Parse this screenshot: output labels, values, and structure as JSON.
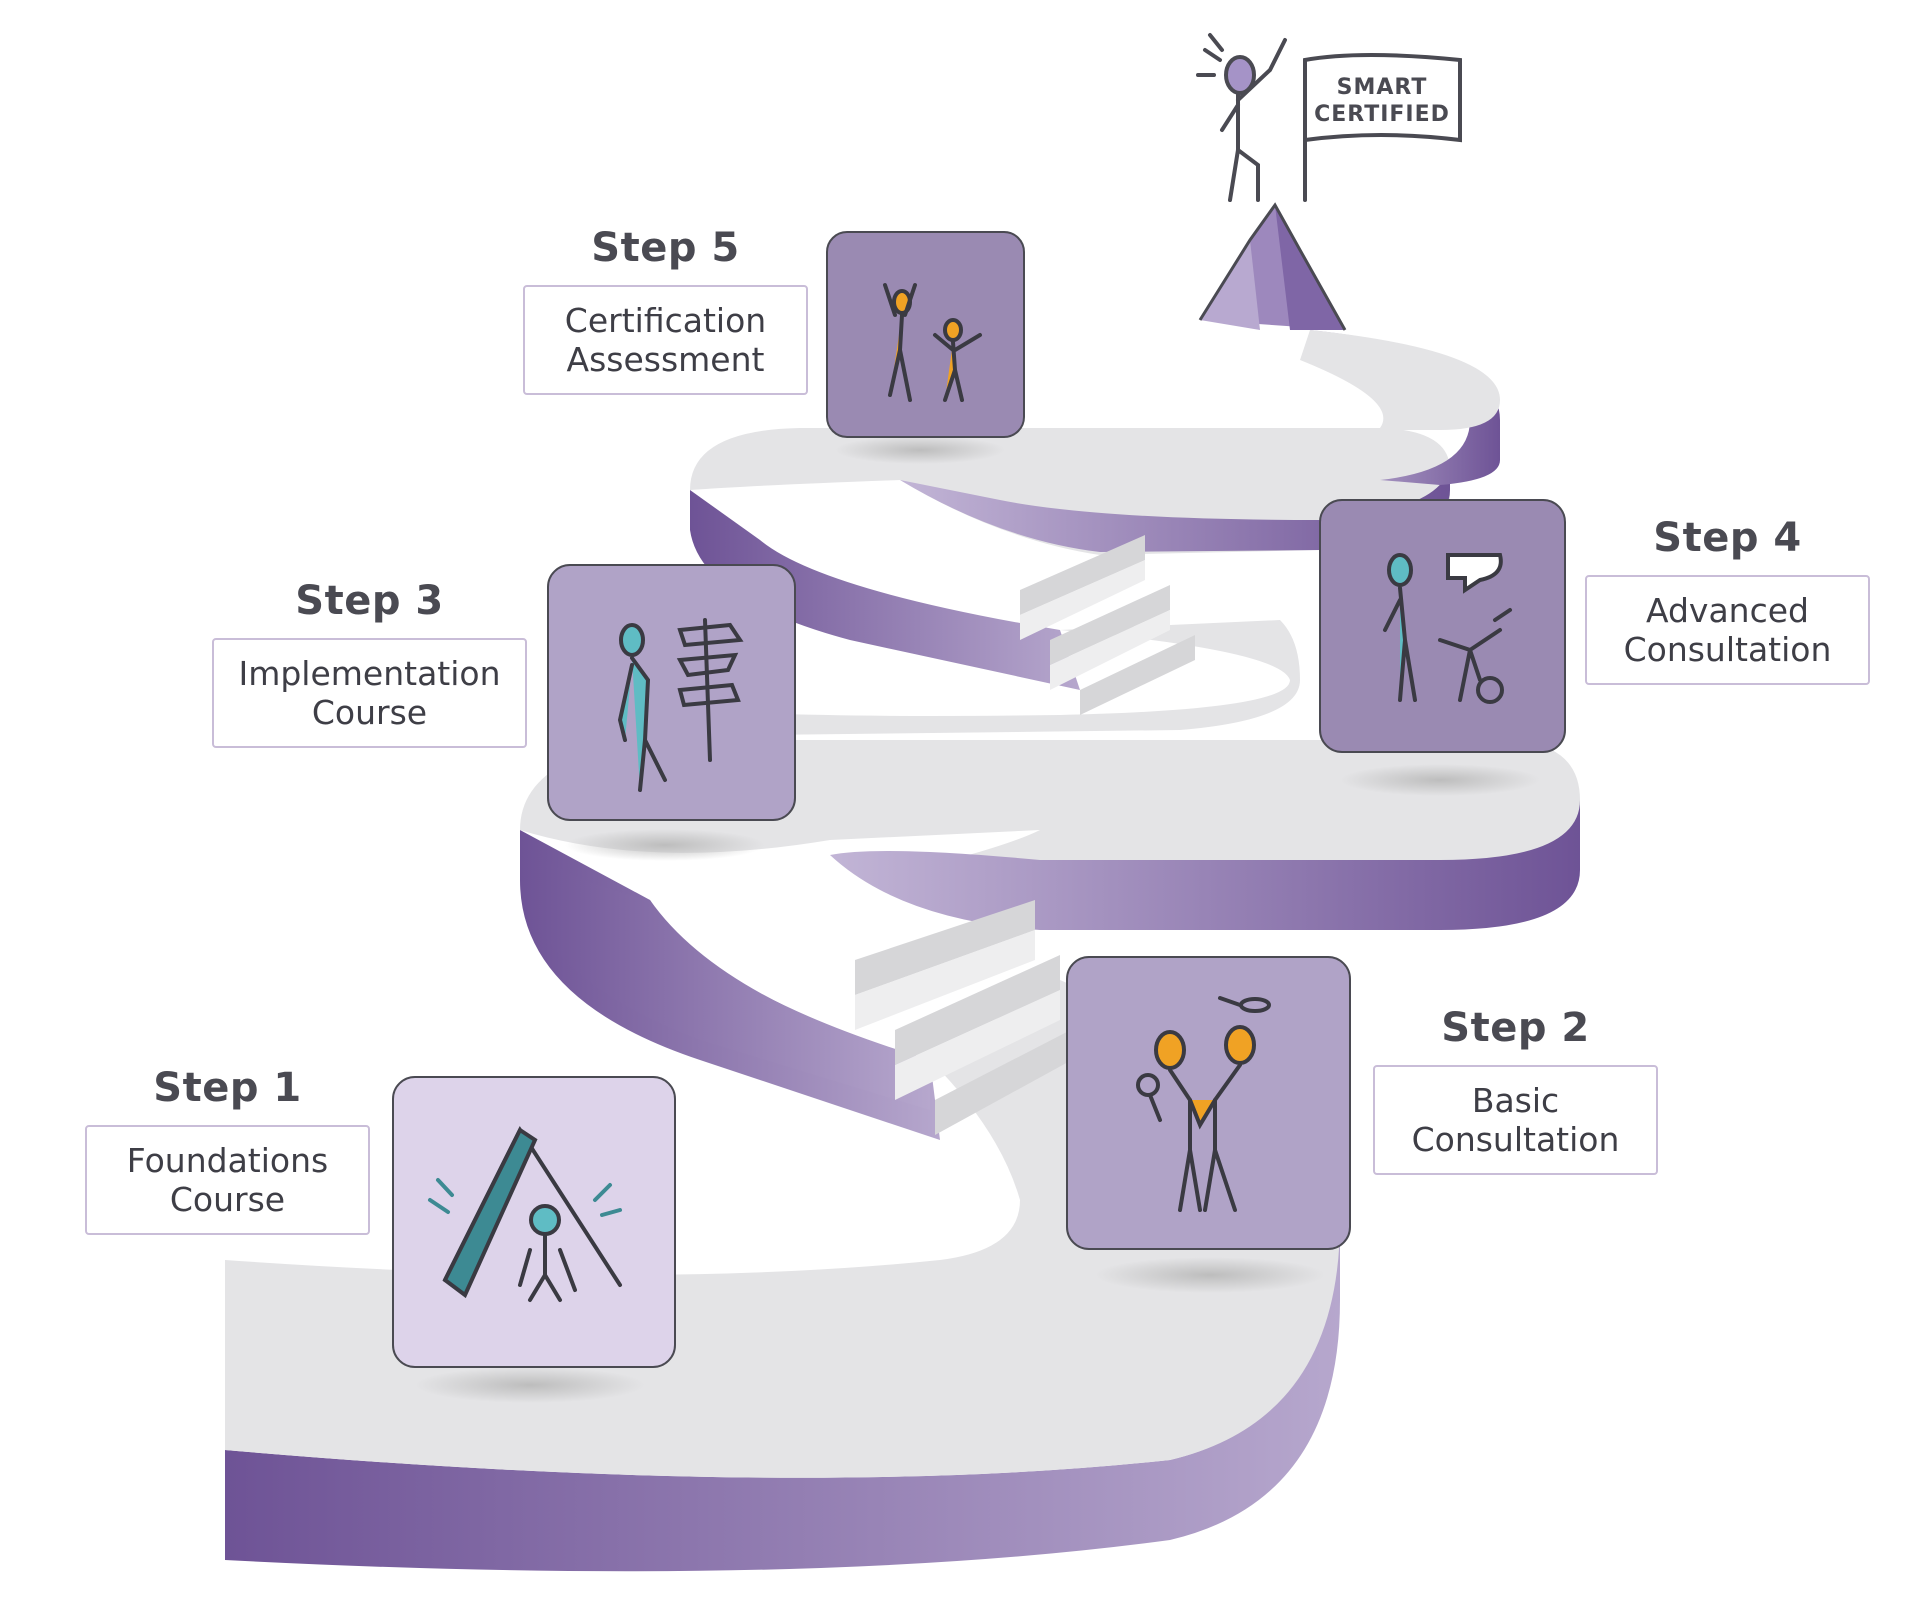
{
  "colors": {
    "path_top": "#e4e4e6",
    "path_side_dark": "#6e5396",
    "path_side_light": "#b6a7cd",
    "card_fill": "#9a8ab2",
    "card_fill_light": "#ddd3ea",
    "figure_orange": "#f0a224",
    "figure_teal": "#5fbcc4",
    "text": "#4a4a52",
    "label_border": "#c9bdd8"
  },
  "summit": {
    "flag_line1": "SMART",
    "flag_line2": "CERTIFIED",
    "icon": "stick-figure-on-summit-with-flag-icon"
  },
  "steps": [
    {
      "title": "Step 1",
      "label_line1": "Foundations",
      "label_line2": "Course",
      "icon": "figure-under-tent-icon"
    },
    {
      "title": "Step 2",
      "label_line1": "Basic",
      "label_line2": "Consultation",
      "icon": "two-figures-with-magnifiers-icon"
    },
    {
      "title": "Step 3",
      "label_line1": "Implementation",
      "label_line2": "Course",
      "icon": "figure-at-signpost-icon"
    },
    {
      "title": "Step 4",
      "label_line1": "Advanced",
      "label_line2": "Consultation",
      "icon": "figures-talking-cartwheel-icon"
    },
    {
      "title": "Step 5",
      "label_line1": "Certification",
      "label_line2": "Assessment",
      "icon": "two-figures-celebrating-icon"
    }
  ]
}
